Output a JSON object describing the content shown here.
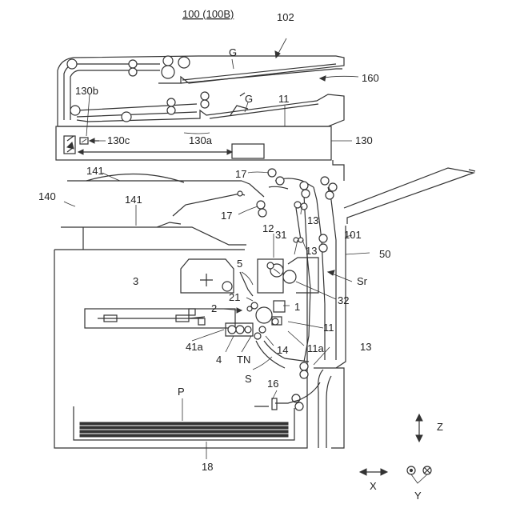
{
  "title": "100 (100B)",
  "labels": {
    "l102": "102",
    "G_top": "G",
    "l160": "160",
    "l130b": "130b",
    "G_mid": "G",
    "l11_top": "11",
    "l130c": "130c",
    "l130a": "130a",
    "l130": "130",
    "l141_a": "141",
    "l17_a": "17",
    "l140": "140",
    "l141_b": "141",
    "l17_b": "17",
    "l13_a": "13",
    "l12": "12",
    "l31": "31",
    "l101": "101",
    "l13_b": "13",
    "l50": "50",
    "l3": "3",
    "l5": "5",
    "lSr": "Sr",
    "l32": "32",
    "l21": "21",
    "l2": "2",
    "l1": "1",
    "l11_mid": "11",
    "l41a": "41a",
    "l4": "4",
    "lTN": "TN",
    "l14": "14",
    "l11a": "11a",
    "l13_c": "13",
    "lS": "S",
    "l16": "16",
    "lP": "P",
    "l18": "18",
    "lZ": "Z",
    "lX": "X",
    "lY": "Y"
  }
}
